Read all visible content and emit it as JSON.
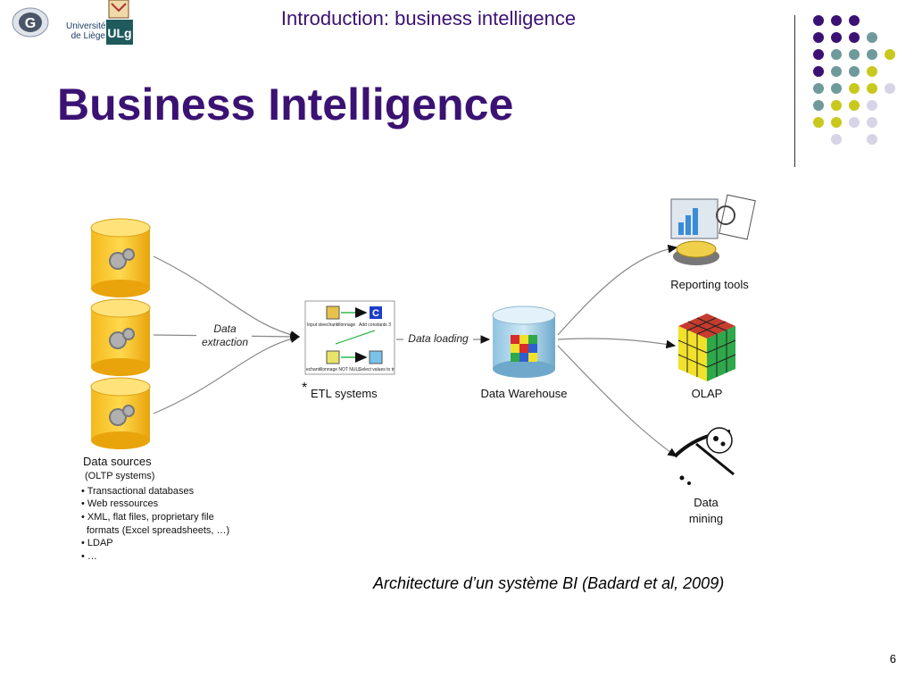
{
  "header": {
    "section_title": "Introduction: business intelligence"
  },
  "logos": {
    "university_name": "Université\nde Liège",
    "university_mark": "ULg",
    "group_mark": "G"
  },
  "slide": {
    "title": "Business Intelligence",
    "page_number": "6"
  },
  "diagram": {
    "data_sources_label": "Data sources",
    "data_sources_sublabel": "(OLTP systems)",
    "data_sources_list": [
      "• Transactional databases",
      "• Web ressources",
      "• XML, flat files, proprietary file",
      "  formats (Excel spreadsheets, …)",
      "• LDAP",
      "• …"
    ],
    "extraction_label_1": "Data",
    "extraction_label_2": "extraction",
    "etl_star": "*",
    "etl_label": "ETL systems",
    "etl_step_1": "Input steechantillonnage",
    "etl_step_2": "Add constants 3",
    "etl_step_3": "echantillonnage NOT NULL",
    "etl_step_4": "Select values to tr",
    "loading_label": "Data loading",
    "warehouse_label": "Data Warehouse",
    "reporting_label": "Reporting tools",
    "olap_label": "OLAP",
    "mining_label_1": "Data",
    "mining_label_2": "mining"
  },
  "caption": "Architecture d’un système BI (Badard et al, 2009)",
  "colors": {
    "title": "#3b1273",
    "dot_purple": "#3b1273",
    "dot_teal": "#6f9a9c",
    "dot_olive": "#c9c81e",
    "dot_lavender": "#d6d4e6",
    "cylinder_gold": "#f5b91c"
  }
}
